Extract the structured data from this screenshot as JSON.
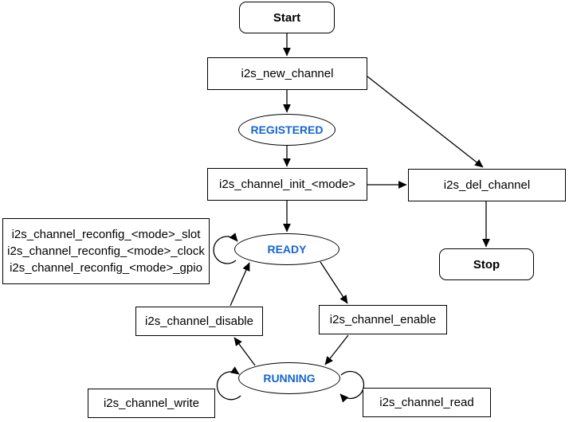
{
  "diagram": {
    "type": "state-machine-flowchart",
    "colors": {
      "state_text": "#1566D1",
      "stroke": "#000000",
      "background": "#ffffff"
    },
    "nodes": {
      "start": {
        "label": "Start",
        "shape": "rounded-rect"
      },
      "new_channel": {
        "label": "i2s_new_channel",
        "shape": "rect"
      },
      "registered": {
        "label": "REGISTERED",
        "shape": "ellipse"
      },
      "init": {
        "label": "i2s_channel_init_<mode>",
        "shape": "rect"
      },
      "del": {
        "label": "i2s_del_channel",
        "shape": "rect"
      },
      "stop": {
        "label": "Stop",
        "shape": "rounded-rect"
      },
      "reconfig": {
        "lines": [
          "i2s_channel_reconfig_<mode>_slot",
          "i2s_channel_reconfig_<mode>_clock",
          "i2s_channel_reconfig_<mode>_gpio"
        ],
        "shape": "rect"
      },
      "ready": {
        "label": "READY",
        "shape": "ellipse"
      },
      "disable": {
        "label": "i2s_channel_disable",
        "shape": "rect"
      },
      "enable": {
        "label": "i2s_channel_enable",
        "shape": "rect"
      },
      "running": {
        "label": "RUNNING",
        "shape": "ellipse"
      },
      "write": {
        "label": "i2s_channel_write",
        "shape": "rect"
      },
      "read": {
        "label": "i2s_channel_read",
        "shape": "rect"
      }
    },
    "edges": [
      {
        "from": "start",
        "to": "new_channel"
      },
      {
        "from": "new_channel",
        "to": "registered"
      },
      {
        "from": "new_channel",
        "to": "del"
      },
      {
        "from": "registered",
        "to": "init"
      },
      {
        "from": "init",
        "to": "del"
      },
      {
        "from": "init",
        "to": "ready"
      },
      {
        "from": "del",
        "to": "stop"
      },
      {
        "from": "ready",
        "to": "ready",
        "note": "self-loop (reconfig calls)"
      },
      {
        "from": "ready",
        "to": "enable"
      },
      {
        "from": "enable",
        "to": "running"
      },
      {
        "from": "running",
        "to": "disable"
      },
      {
        "from": "disable",
        "to": "ready"
      },
      {
        "from": "running",
        "to": "running",
        "note": "self-loop left (write)"
      },
      {
        "from": "running",
        "to": "running",
        "note": "self-loop right (read)"
      }
    ]
  }
}
